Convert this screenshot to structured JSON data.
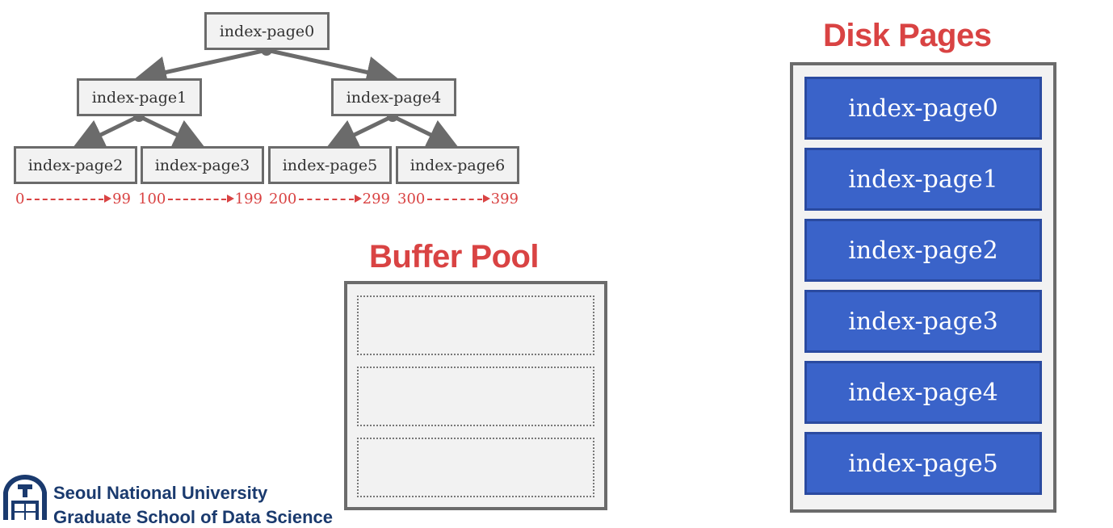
{
  "tree": {
    "nodes": [
      "index-page0",
      "index-page1",
      "index-page4",
      "index-page2",
      "index-page3",
      "index-page5",
      "index-page6"
    ],
    "ranges": [
      {
        "from": "0",
        "to": "99"
      },
      {
        "from": "100",
        "to": "199"
      },
      {
        "from": "200",
        "to": "299"
      },
      {
        "from": "300",
        "to": "399"
      }
    ]
  },
  "buffer_pool": {
    "title": "Buffer Pool",
    "slots": 3
  },
  "disk": {
    "title": "Disk Pages",
    "pages": [
      "index-page0",
      "index-page1",
      "index-page2",
      "index-page3",
      "index-page4",
      "index-page5"
    ]
  },
  "logo": {
    "line1": "Seoul National University",
    "line2": "Graduate School of Data Science"
  },
  "colors": {
    "accent": "#d94343",
    "page_blue": "#3a63c9",
    "border_gray": "#6b6b6b",
    "fill_gray": "#f2f2f2"
  }
}
